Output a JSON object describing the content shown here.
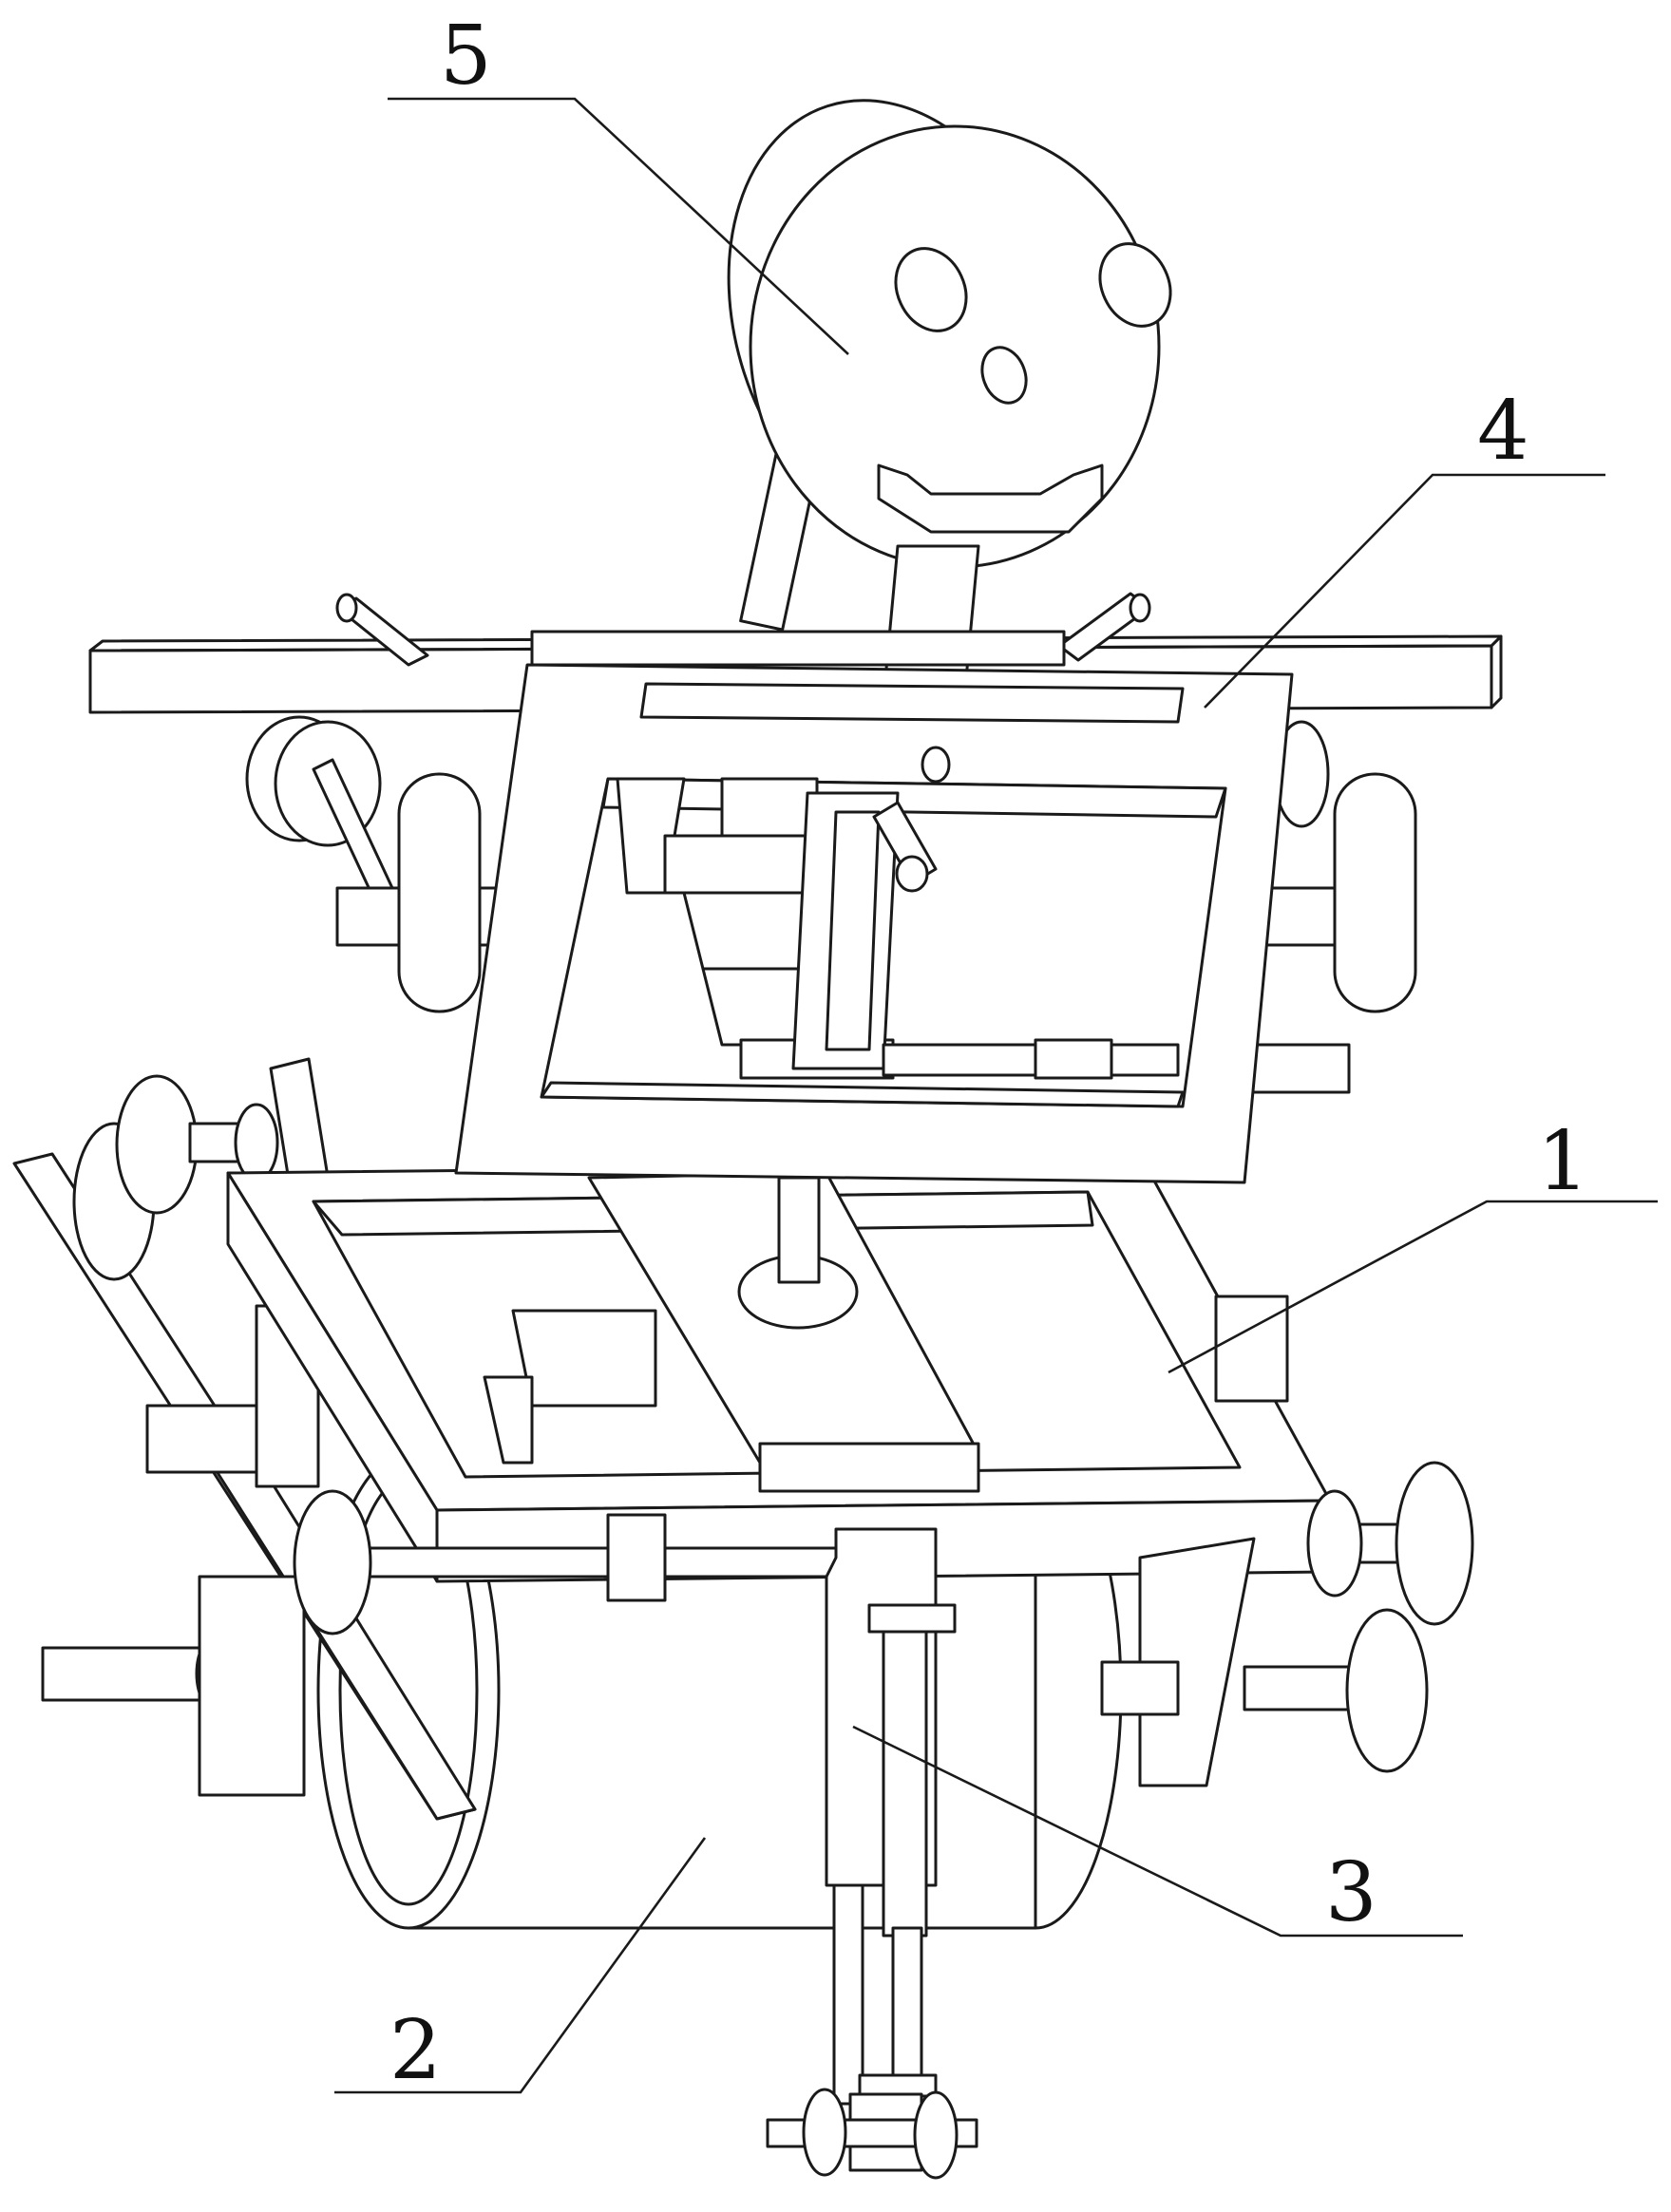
{
  "figure": {
    "labels": [
      {
        "id": "part-1",
        "text": "1"
      },
      {
        "id": "part-2",
        "text": "2"
      },
      {
        "id": "part-3",
        "text": "3"
      },
      {
        "id": "part-4",
        "text": "4"
      },
      {
        "id": "part-5",
        "text": "5"
      }
    ]
  },
  "colors": {
    "line": "#1a1a1a",
    "background": "#ffffff"
  }
}
